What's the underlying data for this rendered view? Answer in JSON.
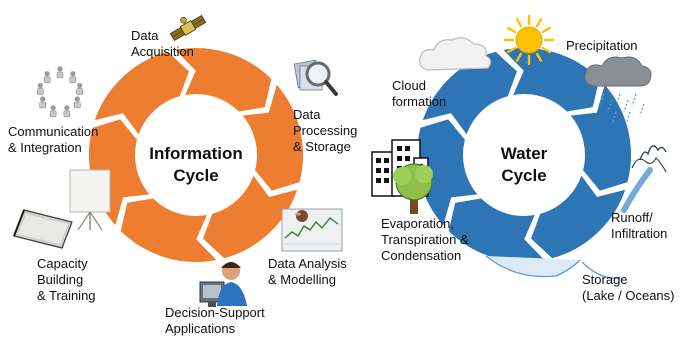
{
  "information_cycle": {
    "title_line1": "Information",
    "title_line2": "Cycle",
    "color": "#ED7D31",
    "stages": {
      "data_acquisition": [
        "Data",
        "Acquisition"
      ],
      "data_processing": [
        "Data",
        "Processing",
        "& Storage"
      ],
      "data_analysis": [
        "Data Analysis",
        "& Modelling"
      ],
      "decision_support": [
        "Decision-Support",
        "Applications"
      ],
      "capacity_building": [
        "Capacity",
        "Building",
        "& Training"
      ],
      "communication": [
        "Communication",
        "& Integration"
      ]
    }
  },
  "water_cycle": {
    "title_line1": "Water",
    "title_line2": "Cycle",
    "color": "#2E75B6",
    "stages": {
      "precipitation": [
        "Precipitation"
      ],
      "cloud_formation": [
        "Cloud",
        "formation"
      ],
      "runoff": [
        "Runoff/",
        "Infiltration"
      ],
      "storage": [
        "Storage",
        "(Lake / Oceans)"
      ],
      "evaporation": [
        "Evaporation,",
        "Transpiration &",
        "Condensation"
      ]
    }
  },
  "icons": {
    "satellite": "satellite-icon",
    "magnifier": "magnifier-icon",
    "chart_photo": "stock-chart-icon",
    "person_computer": "person-at-computer-icon",
    "flipchart": "flipchart-icon",
    "people_circle": "people-circle-icon",
    "sun": "sun-icon",
    "cloud": "cloud-icon",
    "rain_cloud": "rain-cloud-icon",
    "mountain": "mountain-icon",
    "buildings": "buildings-icon",
    "tree": "tree-icon",
    "lake": "lake-icon"
  }
}
